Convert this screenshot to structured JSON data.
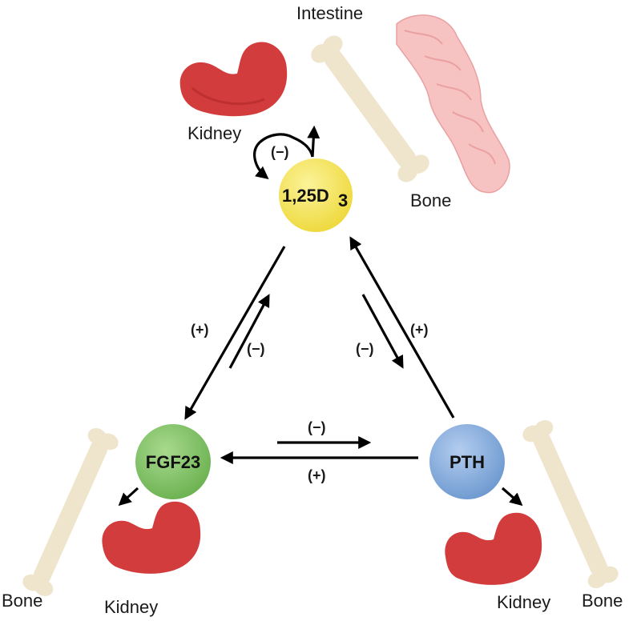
{
  "nodes": {
    "vitd": {
      "label": "1,25D",
      "subscript": "3",
      "color": "#f2e044"
    },
    "fgf23": {
      "label": "FGF23",
      "color": "#7bbf5e"
    },
    "pth": {
      "label": "PTH",
      "color": "#7ea9d9"
    }
  },
  "organs": {
    "top_kidney": "Kidney",
    "top_intestine": "Intestine",
    "top_bone": "Bone",
    "left_bone": "Bone",
    "left_kidney": "Kidney",
    "right_kidney": "Kidney",
    "right_bone": "Bone"
  },
  "signs": {
    "self_loop": "(−)",
    "left_outer": "(+)",
    "left_inner": "(−)",
    "right_inner": "(−)",
    "right_outer": "(+)",
    "bottom_top": "(−)",
    "bottom_bottom": "(+)"
  },
  "colors": {
    "kidney": "#d23c3c",
    "kidney_dark": "#b02828",
    "bone": "#efe5cc",
    "bone_edge": "#e2d3ae",
    "intestine": "#f6c2c2",
    "intestine_edge": "#eaa0a0"
  }
}
